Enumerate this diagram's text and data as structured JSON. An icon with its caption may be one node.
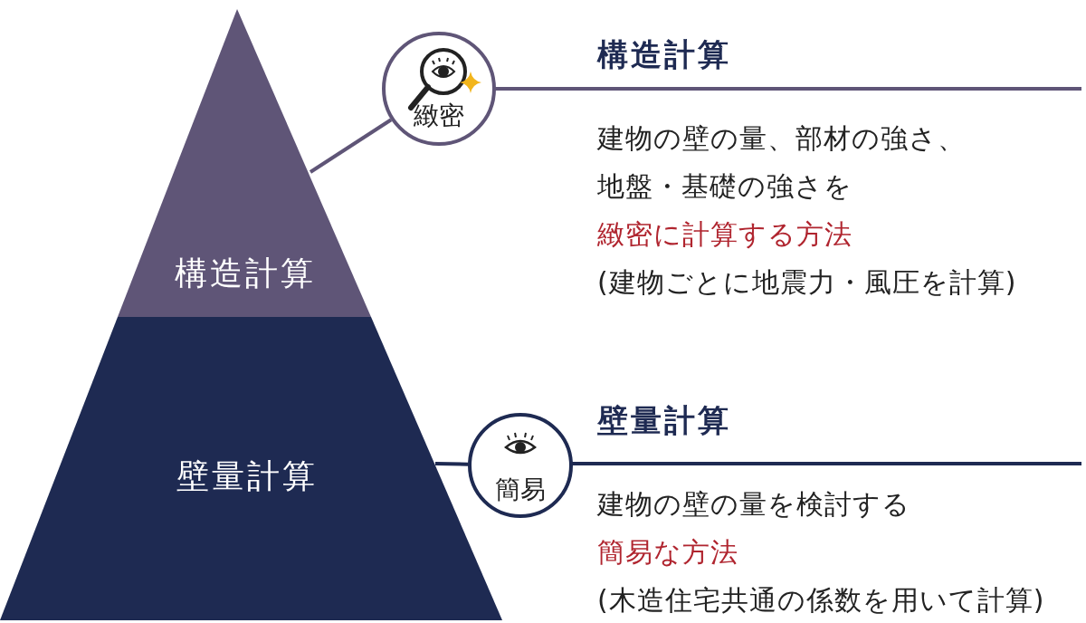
{
  "diagram": {
    "nodes": [
      {
        "text": [
          "構造計算"
        ]
      },
      {
        "text": [
          "壁量計算"
        ]
      },
      {
        "text": [
          "緻密"
        ]
      },
      {
        "text": [
          "簡易"
        ]
      },
      {
        "text": [
          "構造計算",
          "建物の壁の量、部材の強さ、地盤・基礎の強さを",
          "緻密に計算する方法",
          "(建物ごとに地震力・風圧を計算)"
        ]
      },
      {
        "text": [
          "壁量計算",
          "建物の壁の量を検討する",
          "簡易な方法",
          "(木造住宅共通の係数を用いて計算)"
        ]
      }
    ],
    "edges": [
      {
        "from": 0,
        "to": 2,
        "arrow": "none"
      },
      {
        "from": 1,
        "to": 3,
        "arrow": "none"
      }
    ]
  }
}
